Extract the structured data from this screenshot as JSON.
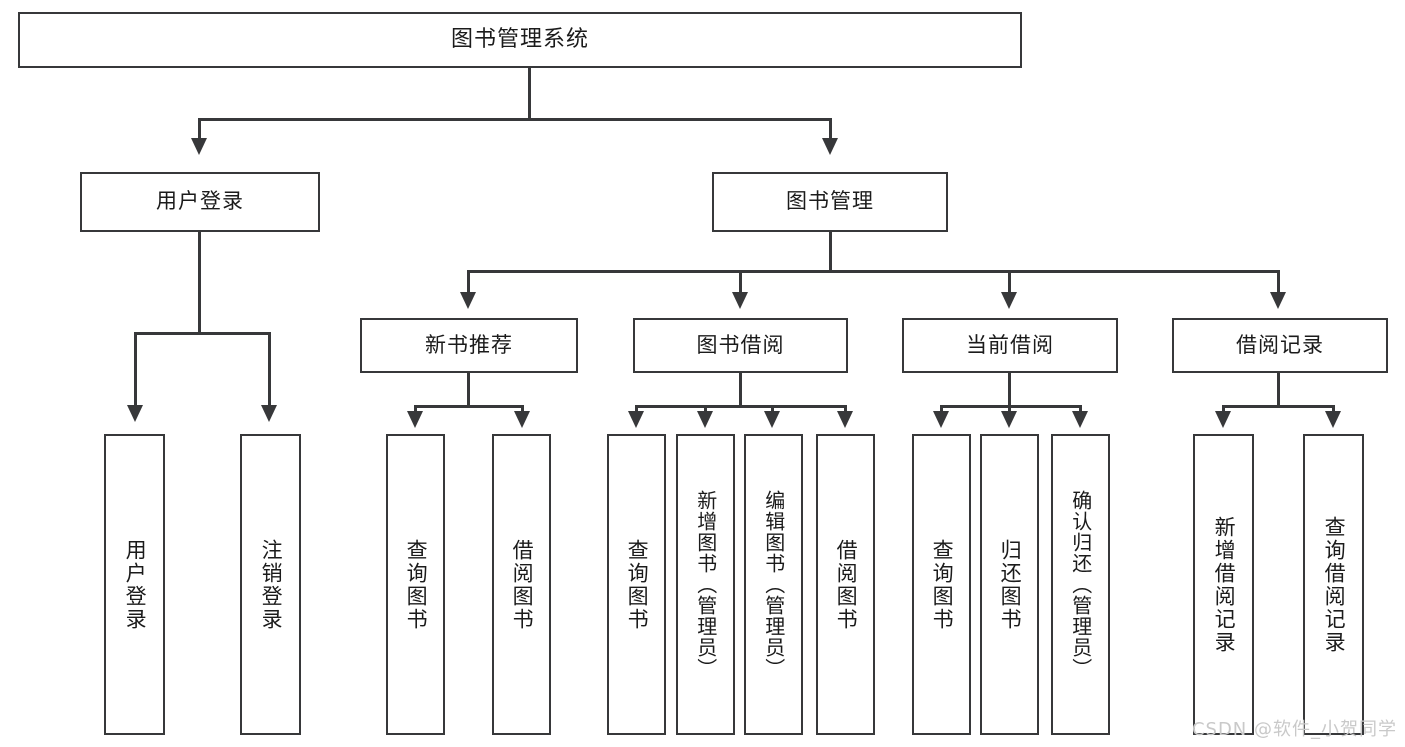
{
  "diagram": {
    "title": "图书管理系统",
    "type": "hierarchy-tree",
    "root": {
      "label": "图书管理系统"
    },
    "level2": [
      {
        "label": "用户登录"
      },
      {
        "label": "图书管理"
      }
    ],
    "level3": [
      {
        "label": "新书推荐"
      },
      {
        "label": "图书借阅"
      },
      {
        "label": "当前借阅"
      },
      {
        "label": "借阅记录"
      }
    ],
    "leaves": {
      "user_login": [
        {
          "label": "用户登录"
        },
        {
          "label": "注销登录"
        }
      ],
      "new_book_recommend": [
        {
          "label": "查询图书"
        },
        {
          "label": "借阅图书"
        }
      ],
      "book_borrow": [
        {
          "label": "查询图书"
        },
        {
          "label": "新增图书（管理员）"
        },
        {
          "label": "编辑图书（管理员）"
        },
        {
          "label": "借阅图书"
        }
      ],
      "current_borrow": [
        {
          "label": "查询图书"
        },
        {
          "label": "归还图书"
        },
        {
          "label": "确认归还（管理员）"
        }
      ],
      "borrow_record": [
        {
          "label": "新增借阅记录"
        },
        {
          "label": "查询借阅记录"
        }
      ]
    }
  },
  "watermark": {
    "text": "CSDN @软件_小贺同学"
  },
  "colors": {
    "background": "#ffffff",
    "border": "#37383a",
    "text": "#1b1b1b",
    "watermark": "#c9c9c9"
  }
}
